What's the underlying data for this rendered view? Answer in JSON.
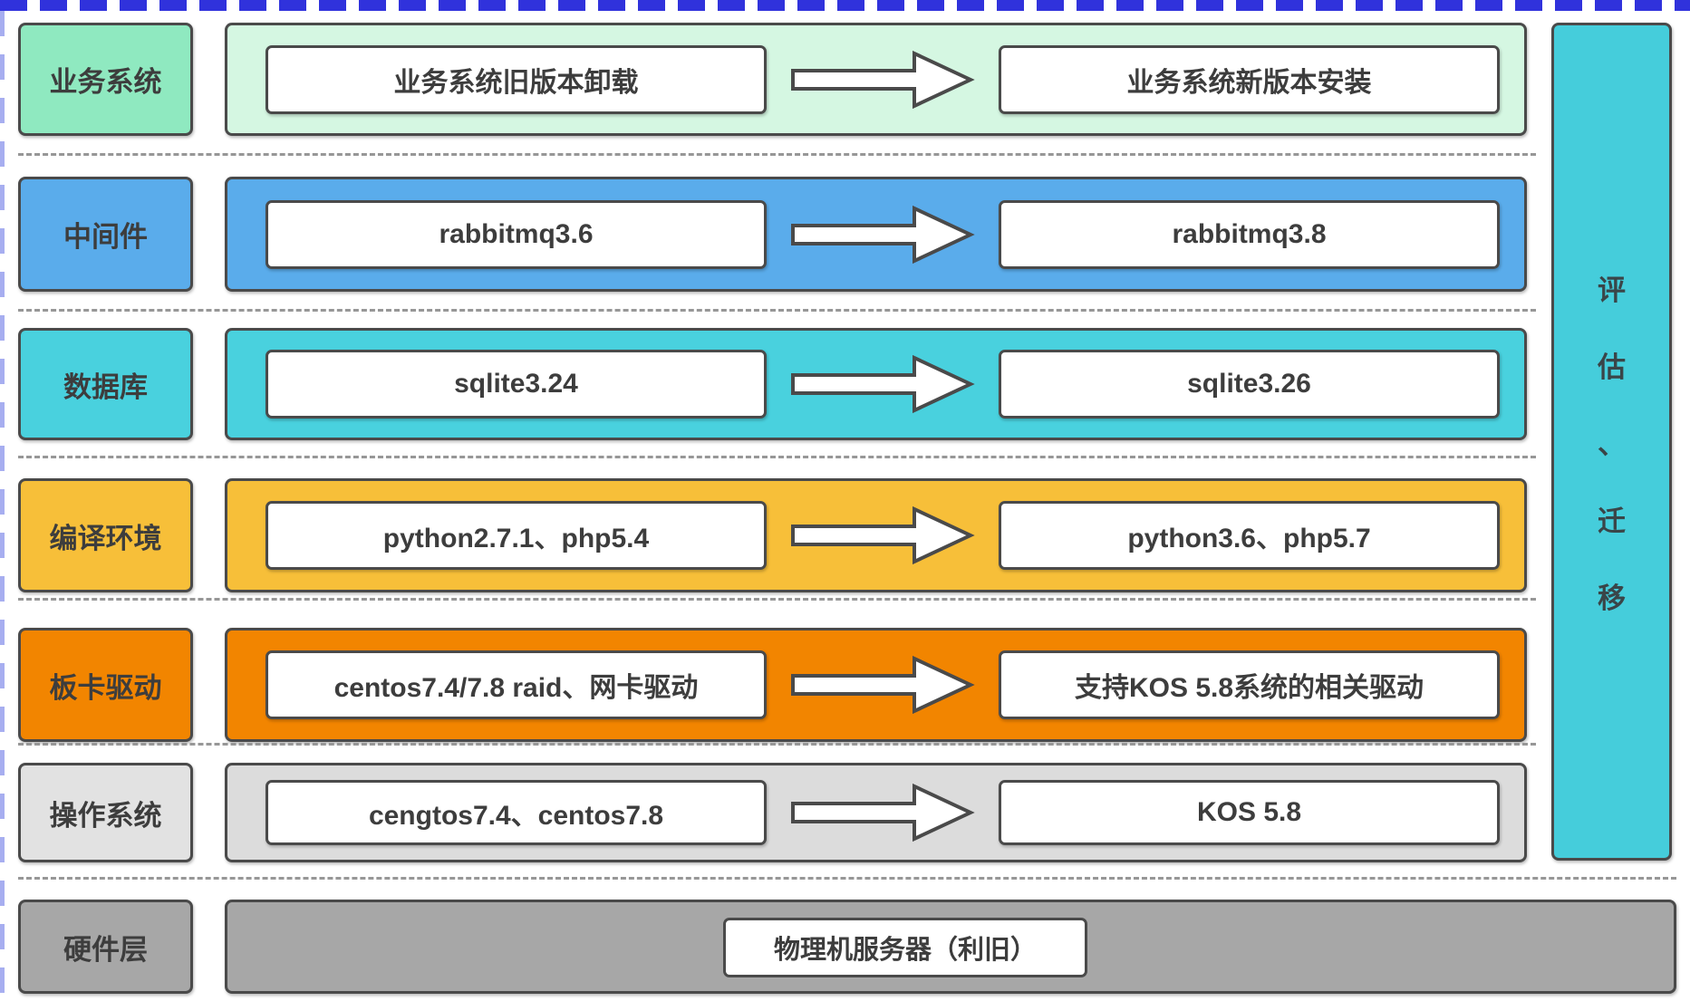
{
  "diagram": {
    "title_semantic": "system-upgrade-migration-layers",
    "rows": [
      {
        "label": "业务系统",
        "from": "业务系统旧版本卸载",
        "to": "业务系统新版本安装",
        "colors": {
          "label": "#8FE9C0",
          "container": "#D5F7E2"
        }
      },
      {
        "label": "中间件",
        "from": "rabbitmq3.6",
        "to": "rabbitmq3.8",
        "colors": {
          "label": "#5AACEB",
          "container": "#5AACEB"
        }
      },
      {
        "label": "数据库",
        "from": "sqlite3.24",
        "to": "sqlite3.26",
        "colors": {
          "label": "#49D1DE",
          "container": "#49D1DE"
        }
      },
      {
        "label": "编译环境",
        "from": "python2.7.1、php5.4",
        "to": "python3.6、php5.7",
        "colors": {
          "label": "#F7BF39",
          "container": "#F7BF39"
        }
      },
      {
        "label": "板卡驱动",
        "from": "centos7.4/7.8 raid、网卡驱动",
        "to": "支持KOS 5.8系统的相关驱动",
        "colors": {
          "label": "#F28500",
          "container": "#F28500"
        }
      },
      {
        "label": "操作系统",
        "from": "cengtos7.4、centos7.8",
        "to": "KOS 5.8",
        "colors": {
          "label": "#E2E2E2",
          "container": "#DCDCDC"
        }
      }
    ],
    "hardware_row": {
      "label": "硬件层",
      "box": "物理机服务器（利旧）",
      "colors": {
        "label": "#A7A7A7",
        "container": "#A7A7A7"
      }
    },
    "side_bar": {
      "text": "评估、迁移",
      "chars": [
        "评",
        "估",
        "、",
        "迁",
        "移"
      ],
      "color": "#45CDDB"
    },
    "accents": {
      "box_border": "#4A4A4A",
      "text": "#3D3D3D",
      "separator": "#979797",
      "selection_dash": "#3032DC"
    }
  }
}
